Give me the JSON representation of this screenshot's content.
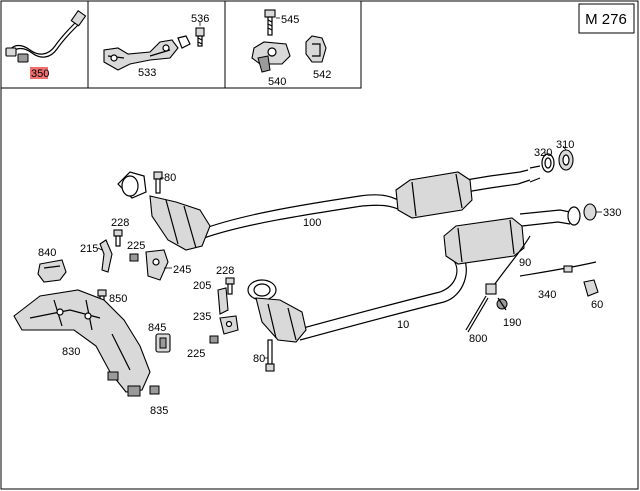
{
  "diagram_id": "M 276",
  "colors": {
    "highlight": "#f07070",
    "line": "#000000",
    "fill": "#d9d9d9",
    "dark": "#9a9a9a"
  },
  "labels": {
    "p350": "350",
    "p536": "536",
    "p533": "533",
    "p545": "545",
    "p540": "540",
    "p542": "542",
    "p320": "320",
    "p310": "310",
    "p80a": "80",
    "p330": "330",
    "p100": "100",
    "p228a": "228",
    "p215": "215",
    "p225a": "225",
    "p245": "245",
    "p840": "840",
    "p850": "850",
    "p228b": "228",
    "p205": "205",
    "p90": "90",
    "p340": "340",
    "p60": "60",
    "p235": "235",
    "p10": "10",
    "p190": "190",
    "p845": "845",
    "p830": "830",
    "p225b": "225",
    "p80b": "80",
    "p800": "800",
    "p835": "835"
  }
}
